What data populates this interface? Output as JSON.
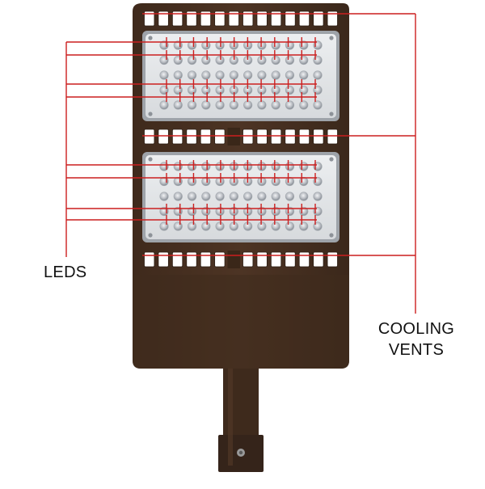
{
  "labels": {
    "leds": "LEDS",
    "cooling_line1": "COOLING",
    "cooling_line2": "VENTS"
  },
  "colors": {
    "housing": "#4a3222",
    "housing_dark": "#3a271a",
    "panel_frame": "#c9ccd0",
    "panel_inner": "#e6e8ea",
    "led_lens": "#b8bcc2",
    "callout_line": "#cc1f1f",
    "label_text": "#111111"
  },
  "components": {
    "led_panel_rows": 5,
    "led_panel_cols": 12,
    "led_panel_count": 2,
    "vent_rows": 3
  }
}
